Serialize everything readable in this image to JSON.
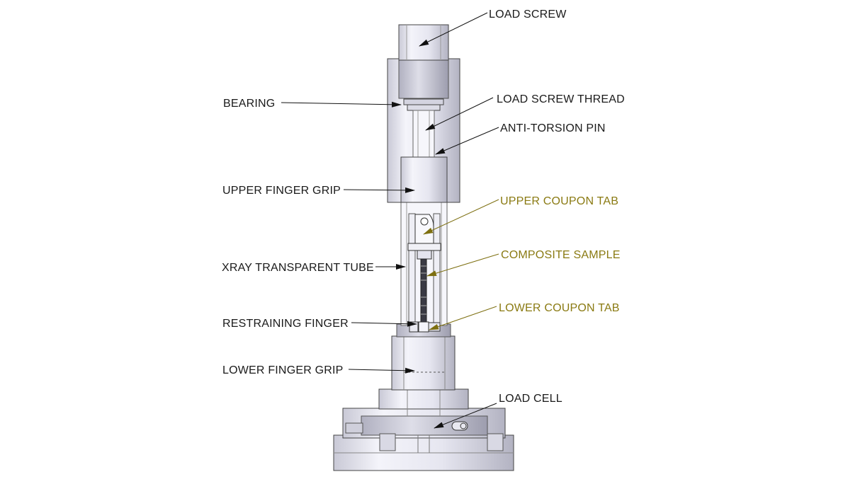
{
  "title": "Test rig assembly diagram",
  "colors": {
    "label_black": "#1a1a1a",
    "label_olive": "#8a7a12",
    "metal_light": "#ededf5",
    "metal_mid": "#d4d4e0",
    "metal_dark": "#a9a9b8",
    "outline": "#3a3a3a"
  },
  "labels": {
    "load_screw": "LOAD SCREW",
    "bearing": "BEARING",
    "load_screw_thread": "LOAD SCREW THREAD",
    "anti_torsion_pin": "ANTI-TORSION PIN",
    "upper_finger_grip": "UPPER FINGER GRIP",
    "upper_coupon_tab": "UPPER COUPON TAB",
    "xray_transparent_tube": "XRAY TRANSPARENT TUBE",
    "composite_sample": "COMPOSITE SAMPLE",
    "restraining_finger": "RESTRAINING FINGER",
    "lower_coupon_tab": "LOWER COUPON TAB",
    "lower_finger_grip": "LOWER FINGER GRIP",
    "load_cell": "LOAD CELL"
  }
}
